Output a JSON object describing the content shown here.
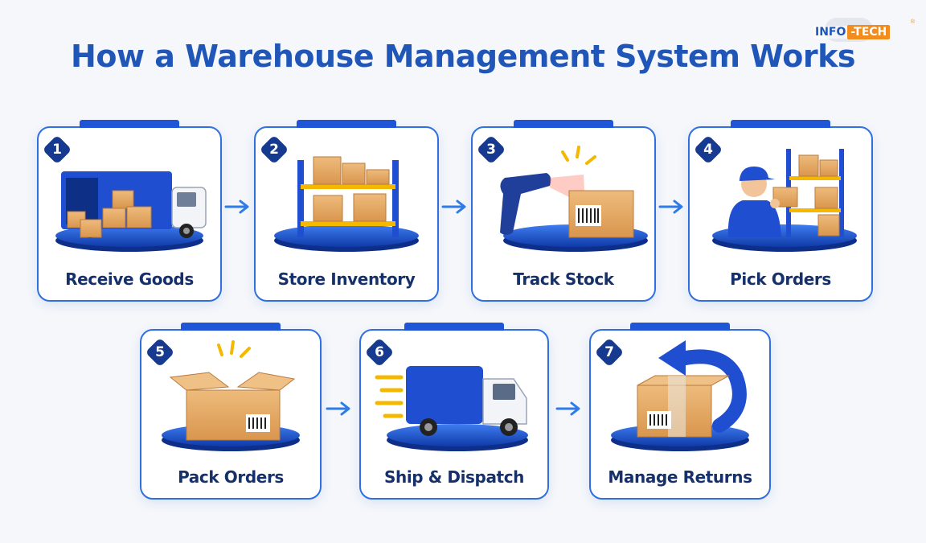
{
  "title": "How a Warehouse Management System Works",
  "logo": {
    "part1": "INFO",
    "part2": "-TECH",
    "mark": "®"
  },
  "steps": [
    {
      "number": "1",
      "label": "Receive Goods",
      "icon": "delivery-truck-icon"
    },
    {
      "number": "2",
      "label": "Store Inventory",
      "icon": "shelving-icon"
    },
    {
      "number": "3",
      "label": "Track Stock",
      "icon": "barcode-scanner-icon"
    },
    {
      "number": "4",
      "label": "Pick Orders",
      "icon": "worker-picking-icon"
    },
    {
      "number": "5",
      "label": "Pack Orders",
      "icon": "open-box-icon"
    },
    {
      "number": "6",
      "label": "Ship & Dispatch",
      "icon": "shipping-truck-icon"
    },
    {
      "number": "7",
      "label": "Manage Returns",
      "icon": "return-arrow-icon"
    }
  ],
  "colors": {
    "primary": "#1f56b8",
    "card_border": "#2f6fe0",
    "badge": "#163a8f",
    "box": "#e2a865",
    "accent": "#f5b800",
    "logo_orange": "#f28c1c"
  }
}
